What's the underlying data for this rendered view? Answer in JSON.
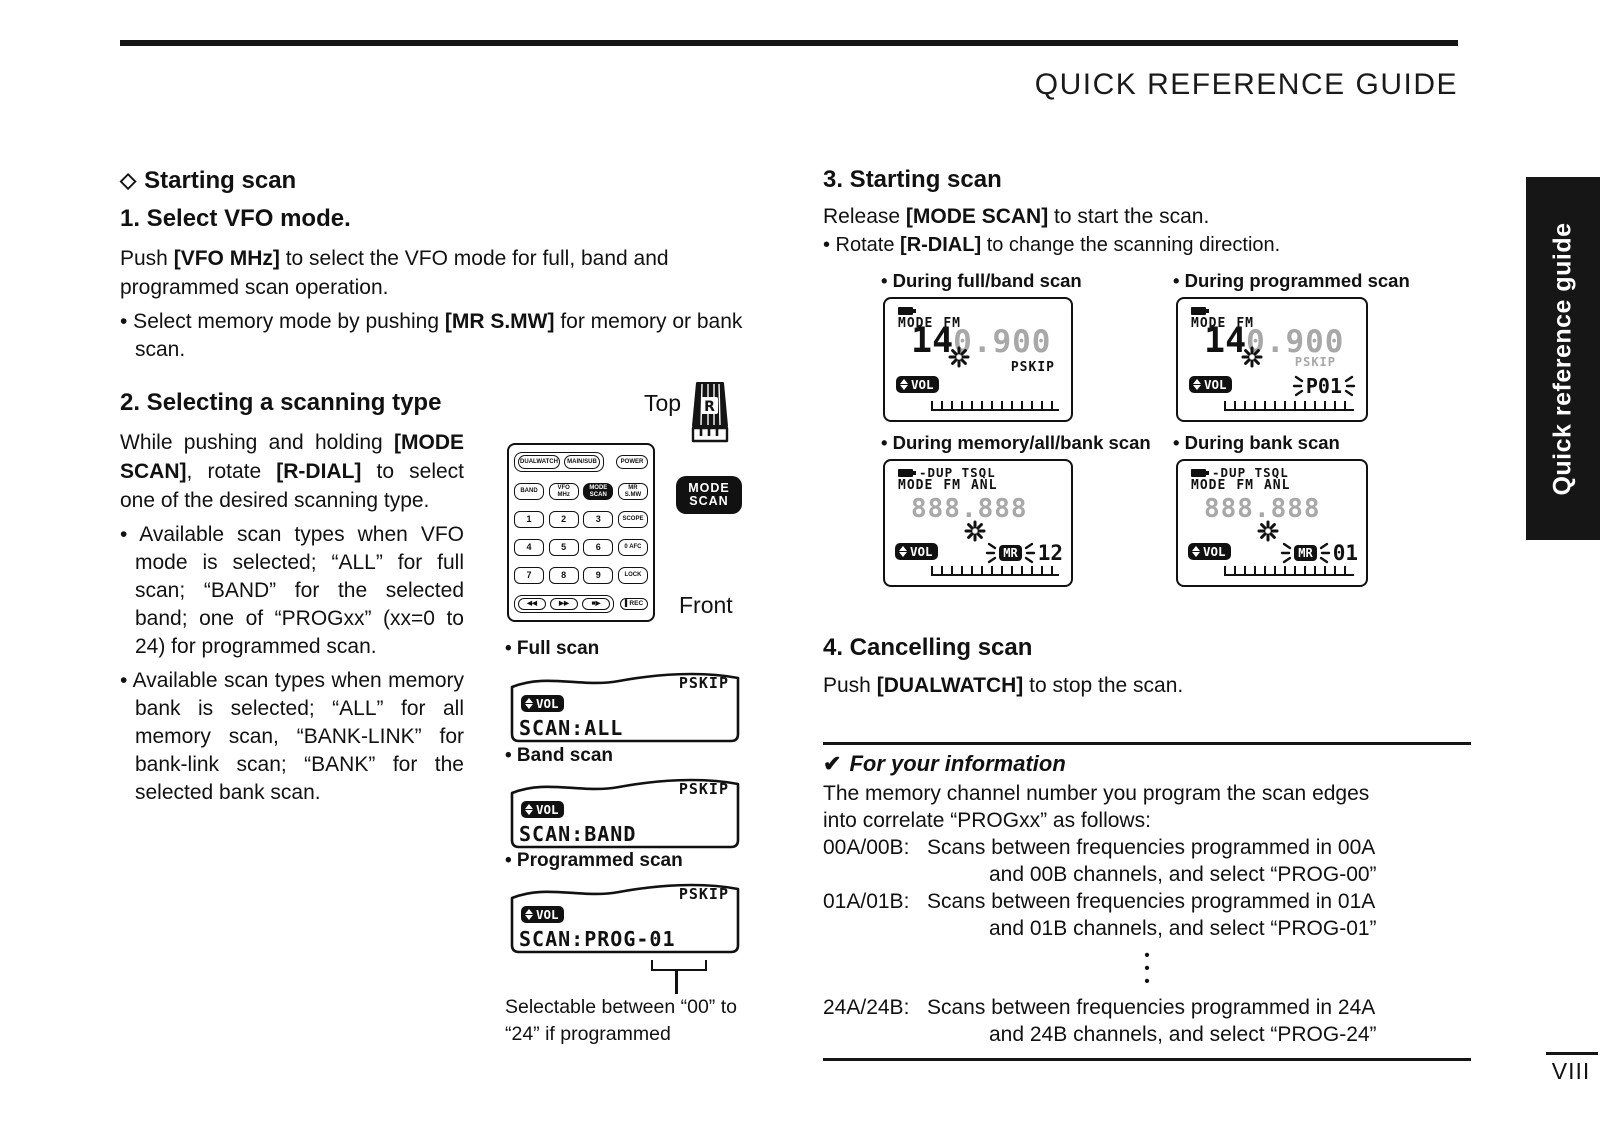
{
  "colors": {
    "ink": "#111111",
    "lcd_flash_gray": "#a8a8a8"
  },
  "page": {
    "header": "QUICK REFERENCE GUIDE",
    "side_tab": "Quick reference guide",
    "page_number": "VIII"
  },
  "left": {
    "diamond": "◇",
    "h_starting": "Starting scan",
    "h_select": "1. Select VFO mode.",
    "p1": [
      {
        "t": "Push "
      },
      {
        "t": "[VFO MHz]",
        "b": true
      },
      {
        "t": " to select the VFO mode for full, band and programmed scan operation."
      }
    ],
    "b1": [
      {
        "t": "• Select memory mode by pushing "
      },
      {
        "t": "[MR S.MW]",
        "b": true
      },
      {
        "t": " for memory or bank scan."
      }
    ],
    "h_type": "2. Selecting a scanning type",
    "p2": [
      {
        "t": "While pushing and holding "
      },
      {
        "t": "[MODE SCAN]",
        "b": true
      },
      {
        "t": ", rotate "
      },
      {
        "t": "[R-DIAL]",
        "b": true
      },
      {
        "t": " to select one of the desired scanning type."
      }
    ],
    "b2": [
      {
        "t": "• Available scan types when VFO mode is selected; “ALL” for full scan; “BAND” for the selected band; one of “PROGxx” (xx=0 to 24) for programmed scan."
      }
    ],
    "b3": [
      {
        "t": "• Available scan types when memory bank is selected; “ALL” for all memory scan, “BANK-LINK” for bank-link scan; “BANK” for the selected bank scan."
      }
    ]
  },
  "middle": {
    "top_label": "Top",
    "front_label": "Front",
    "r_letter": "R",
    "mode_scan_button": "MODE\nSCAN",
    "keypad": {
      "r1": [
        "DUALWATCH",
        "MAIN/SUB",
        "POWER"
      ],
      "r2": [
        "BAND",
        "VFO\nMHz",
        "MODE\nSCAN",
        "MR\nS.MW"
      ],
      "r3": [
        "1",
        "2",
        "3",
        "SCOPE"
      ],
      "r4": [
        "4",
        "5",
        "6",
        "0 AFC"
      ],
      "r5": [
        "7",
        "8",
        "9",
        "LOCK"
      ],
      "r6": [
        "◀◀",
        "▶▶",
        "■▶",
        "▌REC"
      ]
    }
  },
  "lcd_left": {
    "full_label": "• Full scan",
    "band_label": "• Band scan",
    "prog_label": "• Programmed scan",
    "pskip": "PSKIP",
    "vol": "VOL",
    "scan_all": "SCAN:ALL",
    "scan_band": "SCAN:BAND",
    "scan_prog": "SCAN:PROG-01",
    "caption1": "Selectable between “00” to",
    "caption2": "“24” if programmed"
  },
  "right": {
    "h3": "3. Starting scan",
    "p1": [
      {
        "t": "Release "
      },
      {
        "t": "[MODE SCAN]",
        "b": true
      },
      {
        "t": " to start the scan."
      }
    ],
    "b1": [
      {
        "t": "• Rotate "
      },
      {
        "t": "[R-DIAL]",
        "b": true
      },
      {
        "t": " to change the scanning direction."
      }
    ],
    "label_fullband": "• During full/band scan",
    "label_prog": "• During programmed scan",
    "label_mem": "• During memory/all/bank scan",
    "label_bank": "• During bank scan",
    "h4": "4. Cancelling scan",
    "p4": [
      {
        "t": "Push "
      },
      {
        "t": "[DUALWATCH]",
        "b": true
      },
      {
        "t": " to stop the scan."
      }
    ]
  },
  "lcd_right": {
    "mode": "MODE",
    "fm": "FM",
    "anl": "ANL",
    "dup": "-DUP TSQL",
    "freq_black": "14",
    "freq_flash": "0.900",
    "freq_flash_full": "888.888",
    "pskip": "PSKIP",
    "vol": "VOL",
    "p01": "P01",
    "mr": "MR",
    "ch_mem": "12",
    "ch_bank": "01"
  },
  "info": {
    "check": "✔",
    "title": "For your information",
    "intro1": "The memory channel number you program the scan edges",
    "intro2": "into correlate “PROGxx” as follows:",
    "items": [
      {
        "term": "00A/00B:",
        "d1": "Scans between frequencies programmed in 00A",
        "d2": "and 00B channels, and select “PROG-00”"
      },
      {
        "term": "01A/01B:",
        "d1": "Scans between frequencies programmed in 01A",
        "d2": "and 01B channels, and select “PROG-01”"
      },
      {
        "term": "24A/24B:",
        "d1": "Scans between frequencies programmed in 24A",
        "d2": "and 24B channels, and select “PROG-24”"
      }
    ],
    "dot": "•"
  }
}
